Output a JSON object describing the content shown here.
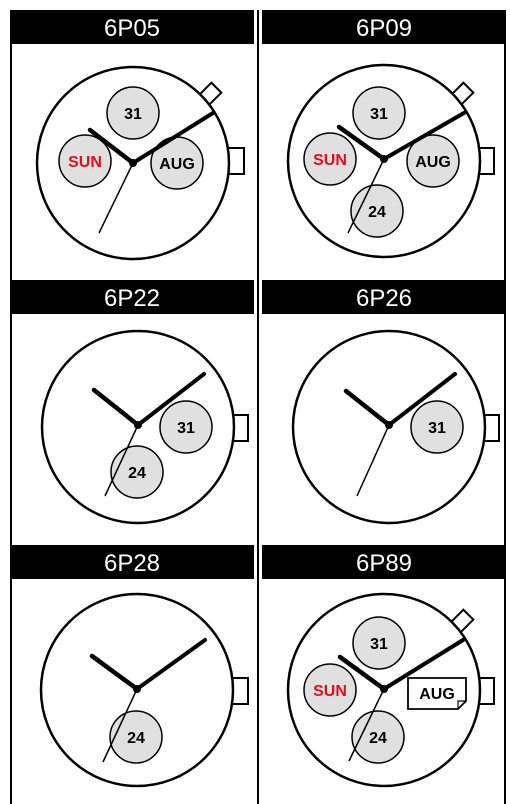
{
  "colors": {
    "bar": "#000000",
    "subdial": "#e0e0e0",
    "accent_red": "#e0101a",
    "ink": "#111111"
  },
  "movements": [
    {
      "model": "6P05",
      "subdials": {
        "date": "31",
        "day": "SUN",
        "month": "AUG"
      },
      "features": [
        "crown",
        "pusher"
      ]
    },
    {
      "model": "6P09",
      "subdials": {
        "date": "31",
        "day": "SUN",
        "month": "AUG",
        "hour24": "24"
      },
      "features": [
        "crown",
        "pusher"
      ]
    },
    {
      "model": "6P22",
      "subdials": {
        "date": "31",
        "hour24": "24"
      },
      "features": [
        "crown"
      ]
    },
    {
      "model": "6P26",
      "subdials": {
        "date": "31"
      },
      "features": [
        "crown"
      ]
    },
    {
      "model": "6P28",
      "subdials": {
        "hour24": "24"
      },
      "features": [
        "crown"
      ]
    },
    {
      "model": "6P89",
      "subdials": {
        "date": "31",
        "day": "SUN",
        "month_window": "AUG",
        "hour24": "24"
      },
      "features": [
        "crown",
        "pusher"
      ]
    }
  ]
}
